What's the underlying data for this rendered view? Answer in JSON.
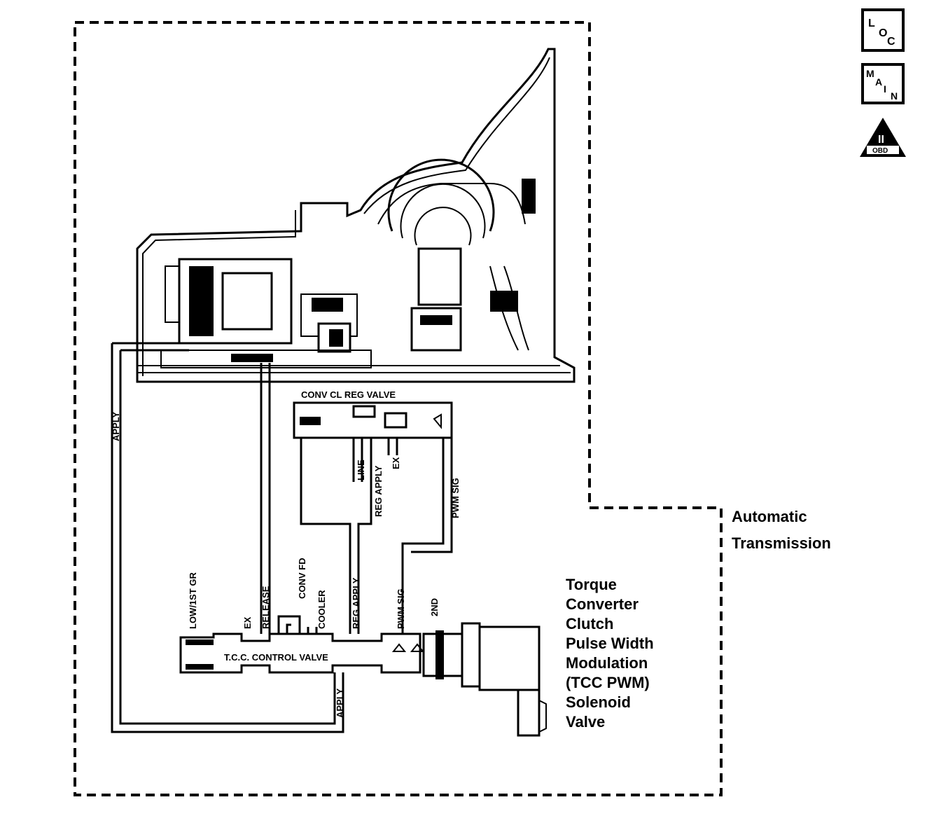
{
  "boundary": {
    "label_line1": "Automatic",
    "label_line2": "Transmission"
  },
  "solenoid": {
    "lines": [
      "Torque",
      "Converter",
      "Clutch",
      "Pulse Width",
      "Modulation",
      "(TCC PWM)",
      "Solenoid",
      "Valve"
    ]
  },
  "valves": {
    "reg_valve": "CONV CL REG VALVE",
    "tcc_valve": "T.C.C. CONTROL VALVE",
    "valve_chars": [
      "T",
      ".",
      "C",
      ".",
      "C",
      ".",
      " ",
      "C",
      "O",
      "N",
      "T",
      "R",
      "O",
      "L",
      " ",
      "V",
      "A",
      "L",
      "V",
      "E"
    ]
  },
  "passages": {
    "apply": "APPLY",
    "apply_bottom": "APPLY",
    "line": "LINE",
    "reg_apply_top": "REG APPLY",
    "ex_top": "EX",
    "pwm_sig_top": "PWM SIG",
    "low_1st": "LOW/1ST GR",
    "ex": "EX",
    "release": "RELEASE",
    "conv_fd": "CONV FD",
    "cooler": "COOLER",
    "reg_apply": "REG APPLY",
    "pwm_sig": "PWM SIG",
    "second": "2ND"
  },
  "icons": {
    "loc_letters": [
      "L",
      "O",
      "C"
    ],
    "main_letters": [
      "M",
      "A",
      "I",
      "N"
    ],
    "badge_letters": "II",
    "badge_sub": "OBD"
  }
}
